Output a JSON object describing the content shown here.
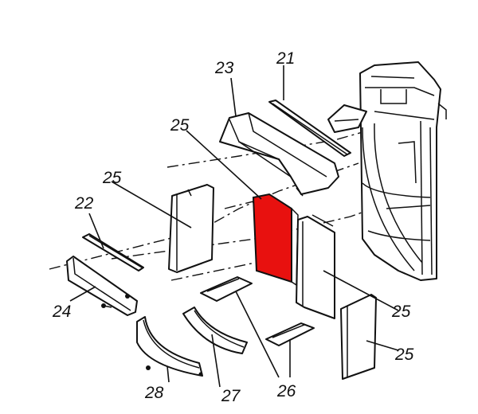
{
  "diagram": {
    "highlight_color": "#e8110f",
    "labels": [
      {
        "id": "21",
        "text": "21"
      },
      {
        "id": "23",
        "text": "23"
      },
      {
        "id": "25a",
        "text": "25"
      },
      {
        "id": "25b",
        "text": "25"
      },
      {
        "id": "22",
        "text": "22"
      },
      {
        "id": "24",
        "text": "24"
      },
      {
        "id": "25c",
        "text": "25"
      },
      {
        "id": "25d",
        "text": "25"
      },
      {
        "id": "28",
        "text": "28"
      },
      {
        "id": "27",
        "text": "27"
      },
      {
        "id": "26",
        "text": "26"
      }
    ]
  }
}
